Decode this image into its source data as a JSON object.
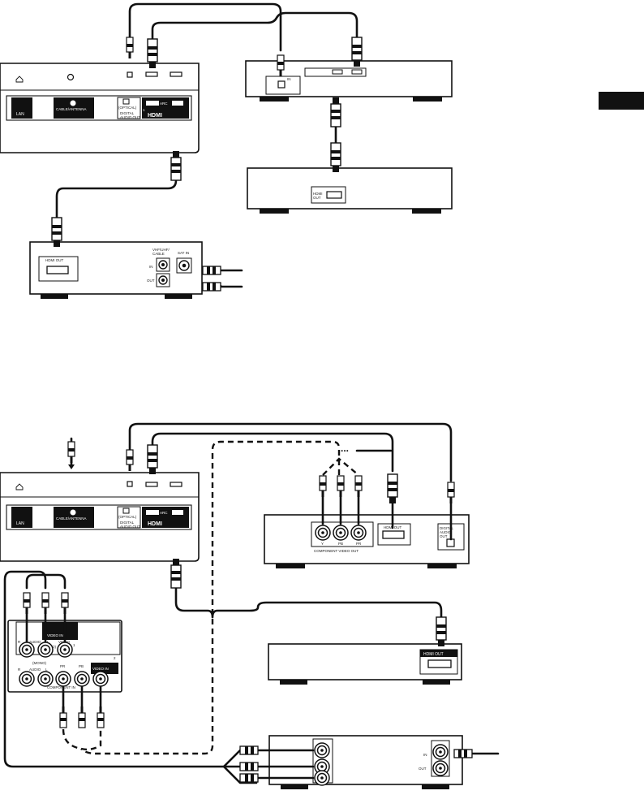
{
  "tab_marker_color": "#111111",
  "top_diagram": {
    "tv_panel": {
      "lan_label": "LAN",
      "cable_label": "CABLE/ANTENNA",
      "optical_label": "(OPTICAL)",
      "digital_audio_label": "DIGITAL\nAUDIO OUT",
      "arc_label": "ARC",
      "hdmi_logo": "HDMI",
      "hdmi_port_number": "1"
    },
    "receiver": {
      "in_label": "IN"
    },
    "player": {
      "hdmi_out_label": "HDMI\nOUT"
    },
    "cable_box": {
      "hdmi_out_label": "HDMI OUT",
      "vhf_label": "VHF/UHF/\nCABLE",
      "in_label": "IN",
      "out_label": "OUT",
      "sat_label": "SAT IN"
    }
  },
  "bottom_diagram": {
    "tv_panel": {
      "lan_label": "LAN",
      "cable_label": "CABLE/ANTENNA",
      "optical_label": "(OPTICAL)",
      "digital_audio_label": "DIGITAL\nAUDIO OUT",
      "arc_label": "ARC",
      "hdmi_logo": "HDMI"
    },
    "component_device": {
      "dots_label": "...",
      "jack_labels": [
        "Y",
        "PB",
        "PR"
      ],
      "component_out_label": "COMPONENT VIDEO OUT",
      "hdmi_out_label": "HDMI OUT",
      "digital_label": "DIGITAL\nAUDIO\nOUT"
    },
    "av_panel": {
      "video_in_label": "VIDEO IN",
      "audio_label": "AUDIO",
      "r_label": "R",
      "l_label": "L",
      "mono_label": "(MONO)",
      "video_label": "VIDEO",
      "port_number": "1",
      "mono2_label": "(MONO)",
      "audio2_label": "AUDIO",
      "pb_label": "PB",
      "pr_label": "PR",
      "video_in2_label": "VIDEO IN",
      "component_in_label": "COMPONENT IN",
      "port2_number": "2"
    },
    "hdmi_device": {
      "hdmi_out_label": "HDMI OUT"
    },
    "vcr": {
      "in_label": "IN",
      "out_label": "OUT"
    }
  }
}
